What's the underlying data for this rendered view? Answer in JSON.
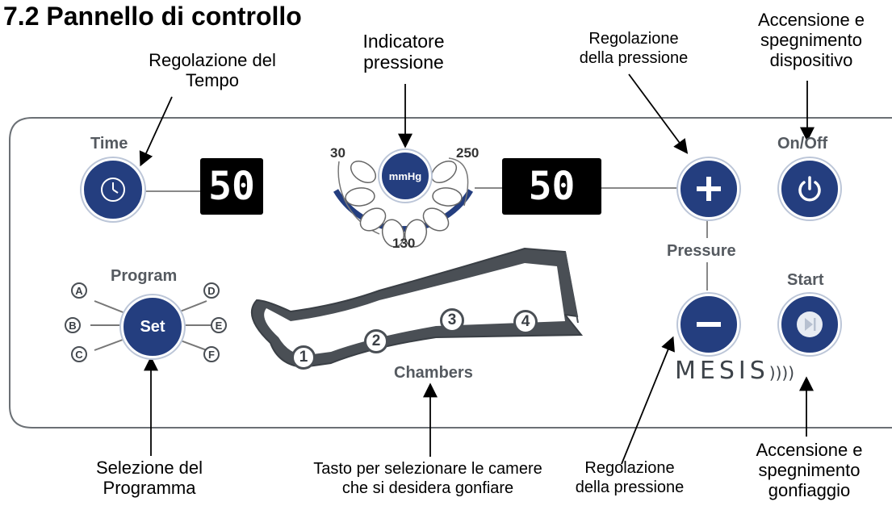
{
  "title": "7.2  Pannello di controllo",
  "captions": {
    "time_adjust": [
      "Regolazione del",
      "Tempo"
    ],
    "pressure_indicator": [
      "Indicatore",
      "pressione"
    ],
    "pressure_adjust_top": [
      "Regolazione",
      "della pressione"
    ],
    "power": [
      "Accensione e",
      "spegnimento",
      "dispositivo"
    ],
    "program_select": [
      "Selezione del",
      "Programma"
    ],
    "chamber_select": [
      "Tasto per selezionare le camere",
      "che si desidera gonfiare"
    ],
    "pressure_adjust_bottom": [
      "Regolazione",
      "della pressione"
    ],
    "inflation_power": [
      "Accensione e",
      "spegnimento",
      "gonfiaggio"
    ]
  },
  "panel": {
    "time_label": "Time",
    "time_display": "50",
    "pressure_display": "50",
    "gauge_unit": "mmHg",
    "gauge_min": "30",
    "gauge_mid": "130",
    "gauge_max": "250",
    "onoff_label": "On/Off",
    "pressure_label": "Pressure",
    "program_label": "Program",
    "set_label": "Set",
    "program_letters": [
      "A",
      "B",
      "C",
      "D",
      "E",
      "F"
    ],
    "start_label": "Start",
    "chambers_label": "Chambers",
    "chamber_numbers": [
      "1",
      "2",
      "3",
      "4"
    ],
    "brand": "MESIS"
  },
  "colors": {
    "button_blue": "#243e7f",
    "label_gray": "#555a60",
    "panel_border": "#6b7075"
  }
}
